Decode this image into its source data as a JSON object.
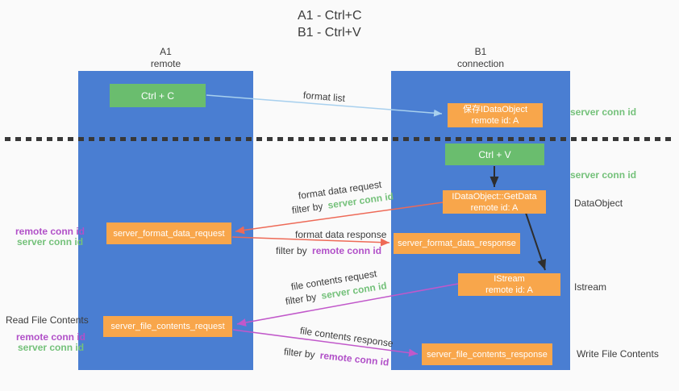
{
  "title": {
    "line1": "A1 - Ctrl+C",
    "line2": "B1 - Ctrl+V"
  },
  "lanes": {
    "left": {
      "title": "A1",
      "subtitle": "remote"
    },
    "right": {
      "title": "B1",
      "subtitle": "connection"
    }
  },
  "nodes": {
    "ctrl_c": {
      "label": "Ctrl + C"
    },
    "ctrl_v": {
      "label": "Ctrl + V"
    },
    "save_dataobject": {
      "line1": "保存IDataObject",
      "line2": "remote id: A"
    },
    "getdata": {
      "line1": "IDataObject::GetData",
      "line2": "remote id: A"
    },
    "istream": {
      "line1": "IStream",
      "line2": "remote id: A"
    },
    "format_request": {
      "label": "server_format_data_request"
    },
    "format_response": {
      "label": "server_format_data_response"
    },
    "file_request": {
      "label": "server_file_contents_request"
    },
    "file_response": {
      "label": "server_file_contents_response"
    }
  },
  "edges": {
    "format_list": {
      "label": "format list"
    },
    "format_data_request": {
      "label": "format data request",
      "filter_prefix": "filter by",
      "filter_key": "server conn id"
    },
    "format_data_response": {
      "label": "format data response",
      "filter_prefix": "filter by",
      "filter_key": "remote conn id"
    },
    "file_contents_request": {
      "label": "file contents request",
      "filter_prefix": "filter by",
      "filter_key": "server conn id"
    },
    "file_contents_response": {
      "label": "file contents response",
      "filter_prefix": "filter by",
      "filter_key": "remote conn id"
    }
  },
  "side_labels": {
    "right_server_conn_top": "server conn id",
    "right_server_conn_mid": "server conn id",
    "dataobject": "DataObject",
    "istream": "Istream",
    "write_file_contents": "Write File Contents",
    "left_remote_conn_mid": "remote conn id",
    "left_server_conn_mid": "server conn id",
    "read_file_contents": "Read File Contents",
    "left_remote_conn_bottom": "remote conn id",
    "left_server_conn_bottom": "server conn id"
  },
  "colors": {
    "lane_blue": "#4a7ed2",
    "box_green": "#6abd6e",
    "box_orange": "#f8a64b",
    "green_text": "#74c17a",
    "purple_text": "#b150c8",
    "arrow_blue": "#a8d0ee",
    "arrow_red": "#ee6a57",
    "arrow_magenta": "#c158ca",
    "arrow_black": "#2e2e2e"
  }
}
